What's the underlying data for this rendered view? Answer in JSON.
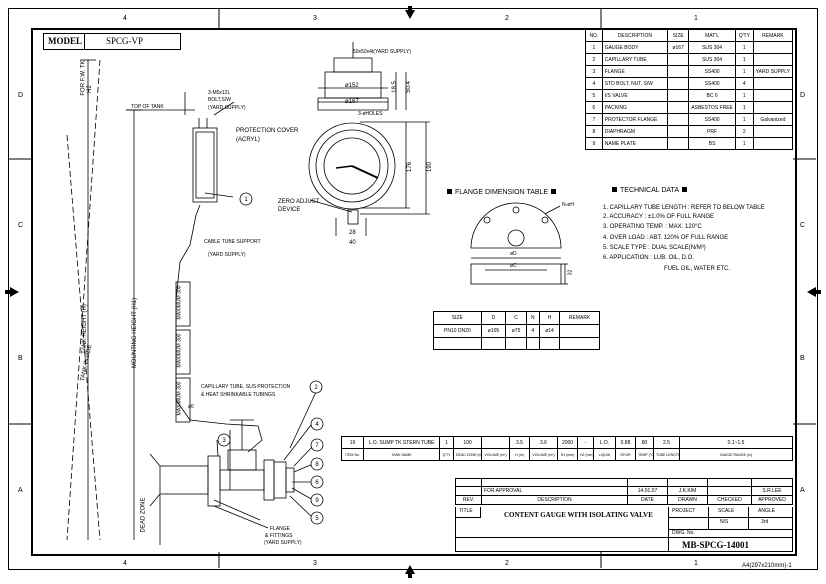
{
  "frame": {
    "col_labels_top": [
      "4",
      "3",
      "2",
      "1"
    ],
    "col_labels_bottom": [
      "4",
      "3",
      "2",
      "1"
    ],
    "row_labels": [
      "D",
      "C",
      "B",
      "A"
    ],
    "paper_size": "A4(297x210mm)-1"
  },
  "model": {
    "label": "MODEL",
    "value": "SPCG-VP"
  },
  "parts": {
    "headers": [
      "NO.",
      "DESCRIPTION",
      "SIZE",
      "MAT'L",
      "Q'TY",
      "REMARK"
    ],
    "rows": [
      [
        "1",
        "GAUGE BODY",
        "ø167",
        "SUS 304",
        "1",
        ""
      ],
      [
        "2",
        "CAPILLARY TUBE",
        "",
        "SUS 304",
        "1",
        ""
      ],
      [
        "3",
        "FLANGE",
        "",
        "SS400",
        "1",
        "YARD SUPPLY"
      ],
      [
        "4",
        "STD BOLT, NUT, S/W",
        "",
        "SS400",
        "4",
        ""
      ],
      [
        "5",
        "I/S VALVE",
        "",
        "BC 6",
        "1",
        ""
      ],
      [
        "6",
        "PACKING",
        "",
        "ASBESTOS FREE",
        "1",
        ""
      ],
      [
        "7",
        "PROTECTOR FLANGE",
        "",
        "SS400",
        "1",
        "Galvanized"
      ],
      [
        "8",
        "DIAPHRAGM",
        "",
        "PRF",
        "2",
        ""
      ],
      [
        "9",
        "NAME PLATE",
        "",
        "BS",
        "1",
        ""
      ]
    ]
  },
  "labels": {
    "dim_top": "50x50x4t(YARD SUPPLY)",
    "dim_152": "ø152",
    "dim_167": "ø167",
    "dim_18_5": "18.5",
    "dim_50_4": "50.4",
    "holes": "3-øHOLES",
    "dim_176": "176",
    "dim_190": "190",
    "dim_28": "28",
    "dim_40": "40",
    "zero_adjust_1": "ZERO ADJUST",
    "zero_adjust_2": "DEVICE",
    "top_of_tank": "TOP OF TANK",
    "bolt_1": "3-M5x12L",
    "bolt_2": "BOLT,S/W",
    "bolt_3": "(YARD SUPPLY)",
    "prot_cover_1": "PROTECTION COVER",
    "prot_cover_2": "(ACRYL)",
    "cable_1": "CABLE TUBE SUPPORT",
    "cable_2": "(YARD SUPPLY)",
    "max300": "MAXIMUM 300",
    "cap_1": "CAPILLARY TUBE, SUS PROTECTION",
    "cap_2": "& HEAT SHRINKABLE TUBINGS",
    "phi6": "ø6",
    "flange_1": "FLANGE",
    "flange_2": "& FITTINGS",
    "flange_3": "(YARD SUPPLY)",
    "dead_zone": "DEAD ZONE",
    "tank_height": "TANK HEIGHT (H)",
    "tank_inside": "TANK INSIDE",
    "mounting_height": "MOUNTING HEIGHT (H1)",
    "for_fw": "FOR F.W. TK",
    "h2": "H2",
    "n_phi": "N-øH",
    "phi_d": "øD",
    "phi_c": "øC",
    "dim_32": "32"
  },
  "flange_table": {
    "title": "FLANGE DIMENSION TABLE",
    "headers": [
      "SIZE",
      "D",
      "C",
      "N",
      "H",
      "REMARK"
    ],
    "row": [
      "PN10 DN20",
      "ø105",
      "ø75",
      "4",
      "ø14",
      ""
    ]
  },
  "technical": {
    "title": "TECHNICAL DATA",
    "lines": [
      "1. CAPILLARY TUBE LENGTH : REFER TO BELOW TABLE",
      "2. ACCURACY : ±1.0% OF FULL RANGE",
      "3. OPERATING TEMP. : MAX. 120°C",
      "4. OVER LOAD : ABT. 120% OF FULL RANGE",
      "5. SCALE TYPE : DUAL SCALE(N/M³)",
      "6. APPLICATION : LUB. OIL, D.O.",
      "FUEL OIL, WATER ETC."
    ]
  },
  "item_row": [
    "19",
    "L.O. SUMP TK STERN TUBE",
    "1",
    "100",
    "",
    "3.5",
    "3.6",
    "2000",
    "-",
    "L.O.",
    "0.88",
    "80",
    "2.5",
    "0.1~1.5"
  ],
  "item_headers": [
    "ITEM No.",
    "TANK NAME",
    "Q'TY",
    "DEAD ZONE (mm)",
    "VOLUME (m³)",
    "H (m)",
    "VOLUME (m³)",
    "H1 (mm)",
    "H2 (mm)",
    "LIQUID",
    "SP.GR",
    "TEMP (°C)",
    "TUBE LENGTH (m)",
    "GAUGE RANGE (m)"
  ],
  "title_block": {
    "rev_row": [
      "",
      "FOR APPROVAL",
      "14.01.07",
      "J.K.KIM",
      "",
      "S.R.LEE"
    ],
    "rev_headers": [
      "REV.",
      "DESCRIPTION",
      "DATE",
      "DRAWN",
      "CHECKED",
      "APPROVED"
    ],
    "title_label": "TITLE",
    "title": "CONTENT GAUGE WITH ISOLATING VALVE",
    "project": "PROJECT",
    "scale": "SCALE",
    "angle": "ANGLE",
    "scale_val": "N/S",
    "angle_val": "3rd",
    "dwg_no_label": "DWG. No.",
    "dwg_no": "MB-SPCG-14001"
  },
  "balloons": [
    "1",
    "2",
    "3",
    "4",
    "5",
    "6",
    "7",
    "8",
    "9"
  ]
}
